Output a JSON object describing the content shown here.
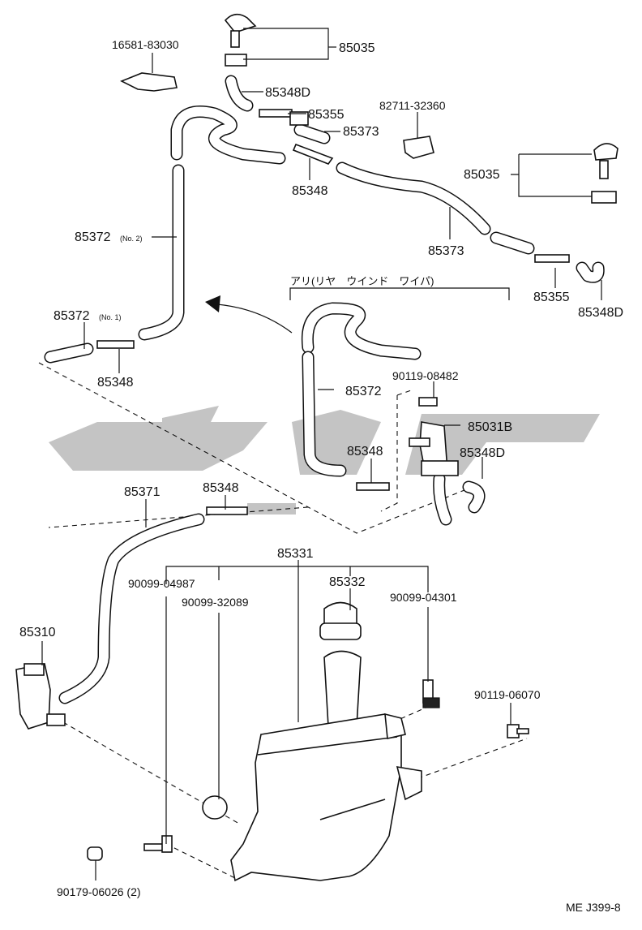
{
  "labels": {
    "p85035_top": "85035",
    "p16581": "16581-83030",
    "p85348d_top": "85348D",
    "p85355_top": "85355",
    "p82711": "82711-32360",
    "p85373_top": "85373",
    "p85348_top": "85348",
    "p85035_right": "85035",
    "p85372_no2": "85372",
    "no2": "(No. 2)",
    "p85373_mid": "85373",
    "p85355_right": "85355",
    "p85348d_right": "85348D",
    "p85372_no1": "85372",
    "no1": "(No. 1)",
    "p85348_left": "85348",
    "rear_wiper": "アリ(リヤ　ウインド　ワイパ)",
    "p90119_08482": "90119-08482",
    "p85372_mid": "85372",
    "p85031b": "85031B",
    "p85348_mid": "85348",
    "p85348d_mid": "85348D",
    "p85371": "85371",
    "p85348_lower": "85348",
    "p85331": "85331",
    "p90099_04987": "90099-04987",
    "p85332": "85332",
    "p90099_32089": "90099-32089",
    "p90099_04301": "90099-04301",
    "p85310": "85310",
    "p90119_06070": "90119-06070",
    "p90179": "90179-06026 (2)",
    "code": "ME J399-8"
  },
  "watermark_color": "#c4c4c4"
}
